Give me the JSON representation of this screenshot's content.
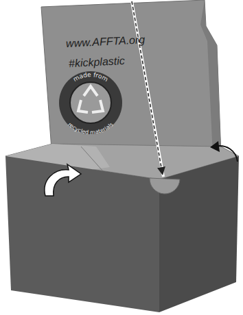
{
  "diagram": {
    "labels": [
      "www.AFFTA.org",
      "#kickplastic",
      "made from",
      "recycled materials"
    ]
  }
}
